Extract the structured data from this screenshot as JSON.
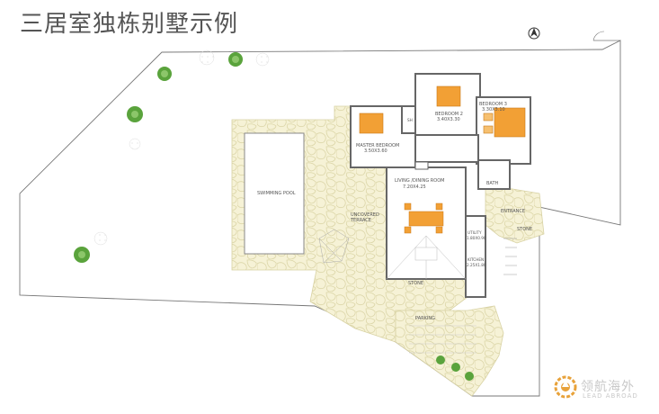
{
  "title": "三居室独栋别墅示例",
  "rooms": {
    "bedroom2": {
      "name": "BEDROOM 2",
      "size": "3.40X3.30"
    },
    "bedroom3": {
      "name": "BEDROOM 3",
      "size": "3.30X3.10"
    },
    "master": {
      "name": "MASTER BEDROOM",
      "size": "3.50X3.60"
    },
    "living": {
      "name": "LIVING /DINING ROOM",
      "size": "7.20X4.25"
    },
    "kitchen": {
      "name": "KITCHEN",
      "size": "2.25X1.80"
    },
    "utility": {
      "name": "UTILITY",
      "size": "1.80X0.90"
    },
    "bath": {
      "name": "BATH"
    },
    "sh": {
      "name": "SH"
    }
  },
  "outdoor": {
    "pool": "SWIMMING POOL",
    "terrace_line1": "UNCOVERED",
    "terrace_line2": "TERRACE",
    "entrance": "ENTRANCE",
    "stone_right": "STONE",
    "stone_bottom": "STONE",
    "parking": "PARKING"
  },
  "logo": {
    "cn": "领航海外",
    "en": "LEAD ABROAD",
    "accent": "#e8a23a"
  },
  "colors": {
    "paving": "#f4f0cf",
    "paving_stroke": "#d8d2a4",
    "bed": "#f2a035",
    "wall": "#666666"
  }
}
